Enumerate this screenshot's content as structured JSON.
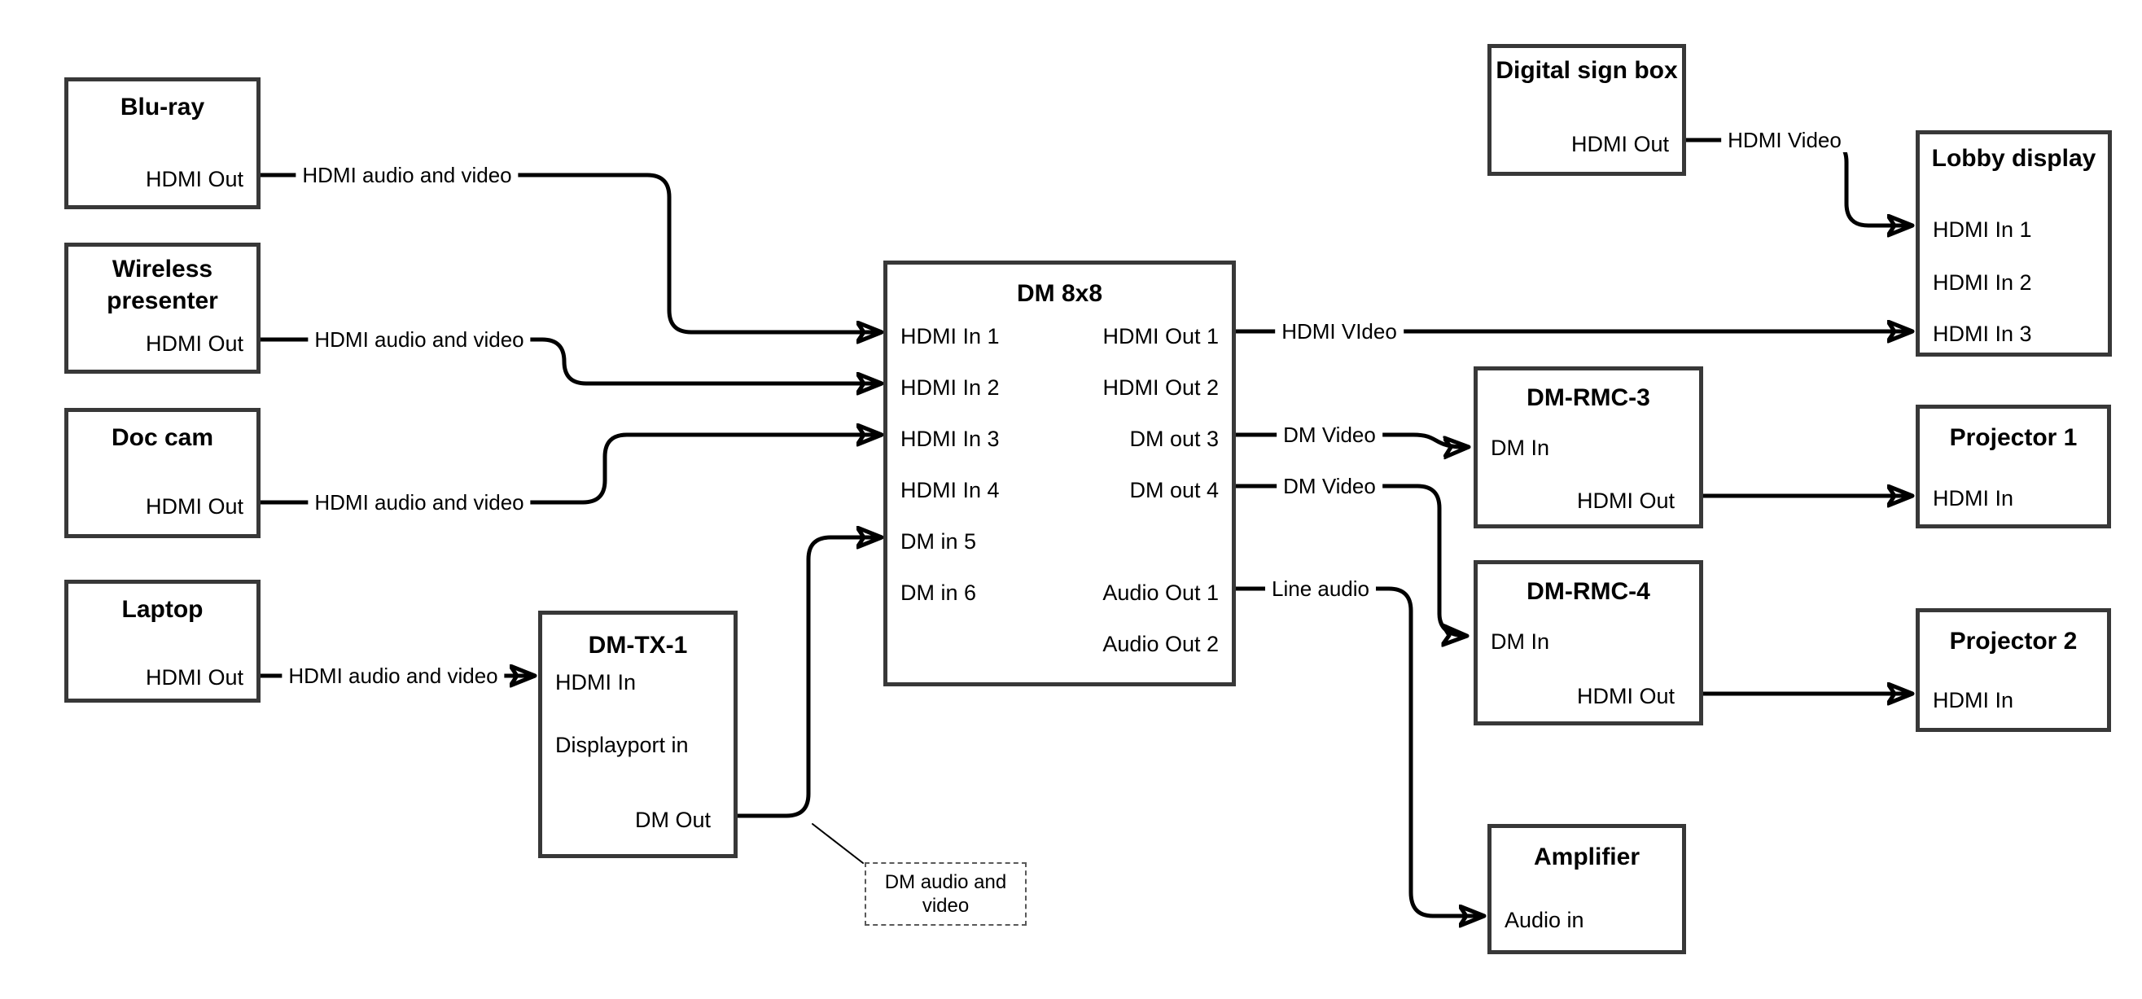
{
  "diagram": {
    "colors": {
      "background": "#ffffff",
      "line": "#000000",
      "box_border": "#383838",
      "text": "#000000"
    },
    "nodes": {
      "bluray": {
        "title": "Blu-ray",
        "port_hdmi_out": "HDMI Out"
      },
      "wireless": {
        "title": "Wireless presenter",
        "port_hdmi_out": "HDMI Out"
      },
      "doccam": {
        "title": "Doc cam",
        "port_hdmi_out": "HDMI Out"
      },
      "laptop": {
        "title": "Laptop",
        "port_hdmi_out": "HDMI Out"
      },
      "dmtx1": {
        "title": "DM-TX-1",
        "port_hdmi_in": "HDMI In",
        "port_displayport_in": "Displayport in",
        "port_dm_out": "DM Out"
      },
      "dm8x8": {
        "title": "DM 8x8",
        "inputs": [
          "HDMI In 1",
          "HDMI In 2",
          "HDMI In 3",
          "HDMI In 4",
          "DM in 5",
          "DM in 6"
        ],
        "outputs": [
          "HDMI Out 1",
          "HDMI Out 2",
          "DM out 3",
          "DM out 4",
          "Audio Out 1",
          "Audio Out 2"
        ]
      },
      "digital_sign": {
        "title": "Digital sign box",
        "port_hdmi_out": "HDMI Out"
      },
      "lobby": {
        "title": "Lobby display",
        "inputs": [
          "HDMI In 1",
          "HDMI In 2",
          "HDMI In 3"
        ]
      },
      "rmc3": {
        "title": "DM-RMC-3",
        "port_dm_in": "DM In",
        "port_hdmi_out": "HDMI Out"
      },
      "proj1": {
        "title": "Projector 1",
        "port_hdmi_in": "HDMI In"
      },
      "rmc4": {
        "title": "DM-RMC-4",
        "port_dm_in": "DM In",
        "port_hdmi_out": "HDMI Out"
      },
      "proj2": {
        "title": "Projector 2",
        "port_hdmi_in": "HDMI In"
      },
      "amplifier": {
        "title": "Amplifier",
        "port_audio_in": "Audio in"
      }
    },
    "edge_labels": {
      "bluray_to_dm8x8": "HDMI audio and video",
      "wireless_to_dm8x8": "HDMI audio and video",
      "doccam_to_dm8x8": "HDMI audio and video",
      "laptop_to_dmtx1": "HDMI audio and video",
      "hdmi_out1_to_lobby": "HDMI VIdeo",
      "sign_to_lobby": "HDMI Video",
      "dmout3_to_rmc3": "DM Video",
      "dmout4_to_rmc4": "DM Video",
      "audio_out1_to_amp": "Line audio"
    },
    "callout": {
      "text": "DM audio and video"
    }
  }
}
